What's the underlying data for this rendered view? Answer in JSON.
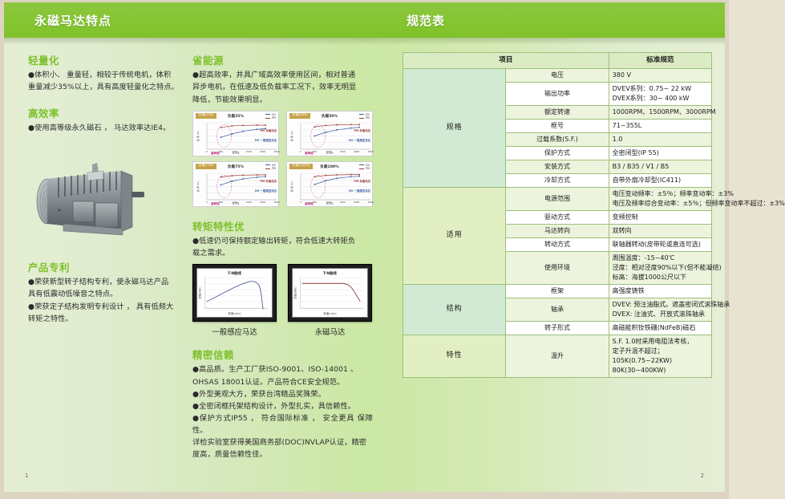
{
  "header": {
    "left_title": "永磁马达特点",
    "right_title": "规范表",
    "bar_color": "#85c531"
  },
  "left_column": {
    "sections": [
      {
        "title": "轻量化",
        "lines": [
          "●体积小、 重量轻，相较于传统电机，体积",
          "重量减少35%以上，具有高度轻量化之特点。"
        ]
      },
      {
        "title": "高效率",
        "lines": [
          "●使用高等级永久磁石 ， 马达效率达IE4。"
        ]
      },
      {
        "title": "产品专利",
        "lines": [
          "●荣获新型转子结构专利，使永磁马达产品",
          "具有低震动低噪音之特点。",
          "●荣获定子结构发明专利设计 ， 具有低频大",
          "转矩之特性。"
        ]
      }
    ],
    "motor_image_alt": "永磁马达产品照片"
  },
  "middle_column": {
    "energy": {
      "title": "省能源",
      "lines": [
        "●超高效率，并具广域高效率使用区间，相对普通",
        "异步电机，在低速及低负载率工况下，效率无明显",
        "降低，节能效果明显。"
      ]
    },
    "torque": {
      "title": "转矩特性优",
      "lines": [
        "●低速仍可保持额定输出转矩，符合低速大转矩负",
        "载之需求。"
      ]
    },
    "quality": {
      "title": "精密信赖",
      "lines": [
        "●高品质。生产工厂获ISO-9001、ISO-14001 、",
        "OHSAS 18001认证。产品符合CE安全规范。",
        "●外型美观大方，荣获台湾精品奖殊荣。",
        "●全密闭框托架结构设计，外型扎实，具信赖性。",
        "●保护方式IP55 ， 符合国际标准 ， 安全更具 保障性。",
        "详检实验室获得美国商务部(DOC)NVLAP认证，精密",
        "度高，质量信赖性佳。"
      ]
    }
  },
  "chart_data": [
    {
      "type": "line",
      "title": "负载25%",
      "badge": "负载25%",
      "xlabel": "R.P.M",
      "ylabel": "效 率 (%)",
      "xlim": [
        0,
        2500
      ],
      "ticks": [
        "0",
        "500",
        "1000",
        "1500",
        "2000",
        "2500"
      ],
      "legend": [
        "DV",
        "PM"
      ],
      "annotation": "高转矩",
      "series": [
        {
          "name": "PM 永磁马达",
          "color": "#a03a3a",
          "x": [
            500,
            900,
            1300,
            1800,
            2100
          ],
          "y": [
            82,
            88,
            90,
            91,
            91
          ]
        },
        {
          "name": "DV 一般感应马达",
          "color": "#3a5ea0",
          "x": [
            500,
            900,
            1300,
            1800,
            2100
          ],
          "y": [
            45,
            58,
            68,
            75,
            78
          ]
        }
      ]
    },
    {
      "type": "line",
      "title": "负载50%",
      "badge": "负载50%",
      "xlabel": "R.P.M",
      "ylabel": "效 率 (%)",
      "xlim": [
        0,
        2500
      ],
      "ticks": [
        "0",
        "500",
        "1000",
        "1500",
        "2000",
        "2500"
      ],
      "legend": [
        "DV",
        "PM"
      ],
      "annotation": "高转矩",
      "series": [
        {
          "name": "PM 永磁马达",
          "color": "#a03a3a",
          "x": [
            500,
            900,
            1300,
            1800,
            2100
          ],
          "y": [
            84,
            90,
            92,
            93,
            93
          ]
        },
        {
          "name": "DV 一般感应马达",
          "color": "#3a5ea0",
          "x": [
            500,
            900,
            1300,
            1800,
            2100
          ],
          "y": [
            50,
            64,
            73,
            80,
            83
          ]
        }
      ]
    },
    {
      "type": "line",
      "title": "负载75%",
      "badge": "负载75%",
      "xlabel": "R.P.M",
      "ylabel": "效 率 (%)",
      "xlim": [
        0,
        2500
      ],
      "ticks": [
        "0",
        "500",
        "1000",
        "1500",
        "2000",
        "2500"
      ],
      "legend": [
        "DV",
        "PM"
      ],
      "annotation": "高转矩",
      "series": [
        {
          "name": "PM 永磁马达",
          "color": "#a03a3a",
          "x": [
            500,
            900,
            1300,
            1800,
            2100
          ],
          "y": [
            86,
            91,
            93,
            94,
            94
          ]
        },
        {
          "name": "DV 一般感应马达",
          "color": "#3a5ea0",
          "x": [
            500,
            900,
            1300,
            1800,
            2100
          ],
          "y": [
            56,
            70,
            79,
            85,
            87
          ]
        }
      ]
    },
    {
      "type": "line",
      "title": "负载100%",
      "badge": "负载100%",
      "xlabel": "R.P.M",
      "ylabel": "效 率 (%)",
      "xlim": [
        0,
        2500
      ],
      "ticks": [
        "0",
        "500",
        "1000",
        "1500",
        "2000",
        "2500"
      ],
      "legend": [
        "DV",
        "PM"
      ],
      "annotation": "高转矩",
      "series": [
        {
          "name": "PM 永磁马达",
          "color": "#a03a3a",
          "x": [
            500,
            900,
            1300,
            1800,
            2100
          ],
          "y": [
            87,
            92,
            94,
            95,
            95
          ]
        },
        {
          "name": "DV 一般感应马达",
          "color": "#3a5ea0",
          "x": [
            500,
            900,
            1300,
            1800,
            2100
          ],
          "y": [
            58,
            72,
            81,
            87,
            89
          ]
        }
      ]
    },
    {
      "type": "line",
      "title": "T-N曲线",
      "caption": "一般感应马达",
      "xlabel": "转速(rpm)",
      "ylabel": "转矩(Nm)",
      "curve_color": "#4a5f94",
      "shape": "induction"
    },
    {
      "type": "line",
      "title": "T-N曲线",
      "caption": "永磁马达",
      "xlabel": "转速(rpm)",
      "ylabel": "转矩(Nm)",
      "curve_color": "#8a4040",
      "shape": "pm"
    }
  ],
  "spec_table": {
    "head": {
      "item": "项目",
      "standard": "标准规范"
    },
    "groups": [
      {
        "category": "规格",
        "rows": [
          {
            "item": "电压",
            "values": [
              "380 V"
            ]
          },
          {
            "item": "输出功率",
            "values": [
              "DVEV系列：0.75~ 22 kW",
              "DVEX系列：30~ 400 kW"
            ]
          },
          {
            "item": "额定转速",
            "values": [
              "1000RPM、1500RPM、3000RPM"
            ]
          },
          {
            "item": "框号",
            "values": [
              "71~355L"
            ]
          },
          {
            "item": "过载系数(S.F.)",
            "values": [
              "1.0"
            ]
          },
          {
            "item": "保护方式",
            "values": [
              "全密闭型(IP 55)"
            ]
          },
          {
            "item": "安装方式",
            "values": [
              "B3 / B35 / V1 / B5"
            ]
          },
          {
            "item": "冷却方式",
            "values": [
              "自带外扇冷却型(IC411)"
            ]
          }
        ]
      },
      {
        "category": "适用",
        "rows": [
          {
            "item": "电源范围",
            "values": [
              "电压变动频率：±5％；频率变动率：±3%",
              "电压及频率综合变动率：±5％；但频率变动率不超过：±3%"
            ]
          },
          {
            "item": "驱动方式",
            "values": [
              "变频控制"
            ]
          },
          {
            "item": "马达转向",
            "values": [
              "双转向"
            ]
          },
          {
            "item": "转动方式",
            "values": [
              "联轴器转动(皮带轮或直连可选)"
            ]
          },
          {
            "item": "使用环境",
            "values": [
              "周围温度：-15~40'C",
              "泾度：相对泾度90%以下(但不能凝结)",
              "标高：海拔1000公尺以下"
            ]
          }
        ]
      },
      {
        "category": "结构",
        "rows": [
          {
            "item": "框架",
            "values": [
              "高强度铸铁"
            ]
          },
          {
            "item": "轴承",
            "values": [
              "DVEV: 预注油脂式。遮盖密闭式滚珠轴承",
              "DVEX: 注油式、开放式滚珠轴承"
            ]
          },
          {
            "item": "转子形式",
            "values": [
              "高磁能积钕铁硼(NdFeB)磁石"
            ]
          }
        ]
      },
      {
        "category": "特性",
        "rows": [
          {
            "item": "温升",
            "values": [
              "S.F. 1.0时采用电阻法考核，",
              "定子升温不超过；",
              "105K(0.75~22KW)",
              "80K(30~400KW)"
            ]
          }
        ]
      }
    ]
  },
  "footer": {
    "page_left": "1",
    "page_right": "2"
  }
}
